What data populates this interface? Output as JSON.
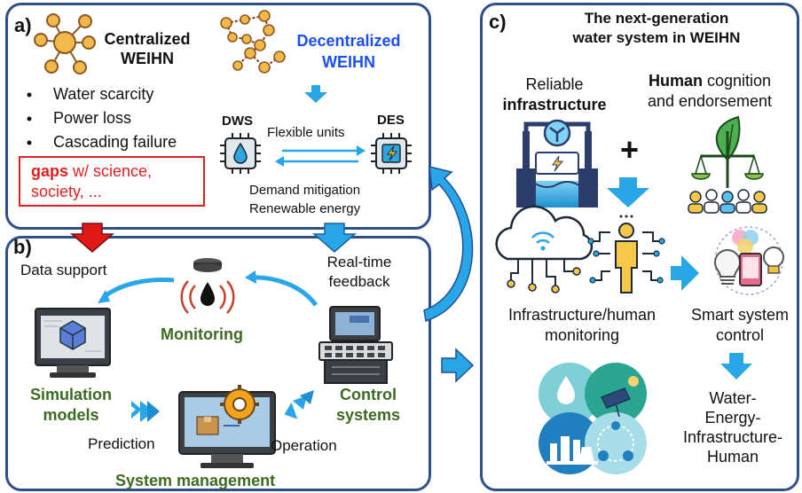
{
  "panel_a": {
    "tag": "a)",
    "centralized": [
      "Centralized",
      "WEIHN"
    ],
    "decentralized": [
      "Decentralized",
      "WEIHN"
    ],
    "bullets": [
      "Water scarcity",
      "Power loss",
      "Cascading failure"
    ],
    "gaps_bold": "gaps",
    "gaps_rest": " w/ science,",
    "gaps_line2": "society, ...",
    "dws": "DWS",
    "des": "DES",
    "flexible": "Flexible units",
    "demand": "Demand mitigation",
    "renewable": "Renewable energy"
  },
  "panel_b": {
    "tag": "b)",
    "data_support": "Data support",
    "realtime": [
      "Real-time",
      "feedback"
    ],
    "monitoring": "Monitoring",
    "simulation": [
      "Simulation",
      "models"
    ],
    "control": [
      "Control",
      "systems"
    ],
    "prediction": "Prediction",
    "operation": "Operation",
    "system_mgmt": "System management"
  },
  "panel_c": {
    "tag": "c)",
    "title": [
      "The next-generation",
      "water system in WEIHN"
    ],
    "reliable": "Reliable",
    "infrastructure": "infrastructure",
    "human_bold": "Human",
    "human_rest": " cognition",
    "endorsement": "and endorsement",
    "plus": "+",
    "infra_monitor": [
      "Infrastructure/human",
      "monitoring"
    ],
    "smart": [
      "Smart system",
      "control"
    ],
    "weih": [
      "Water-",
      "Energy-",
      "Infrastructure-",
      "Human"
    ]
  },
  "colors": {
    "frame": "#2d4f8c",
    "blue_text": "#1b4ff0",
    "red": "#e02020",
    "green_text": "#3d6a22",
    "arrow_blue": "#29a6e8",
    "arrow_red": "#e01818"
  }
}
